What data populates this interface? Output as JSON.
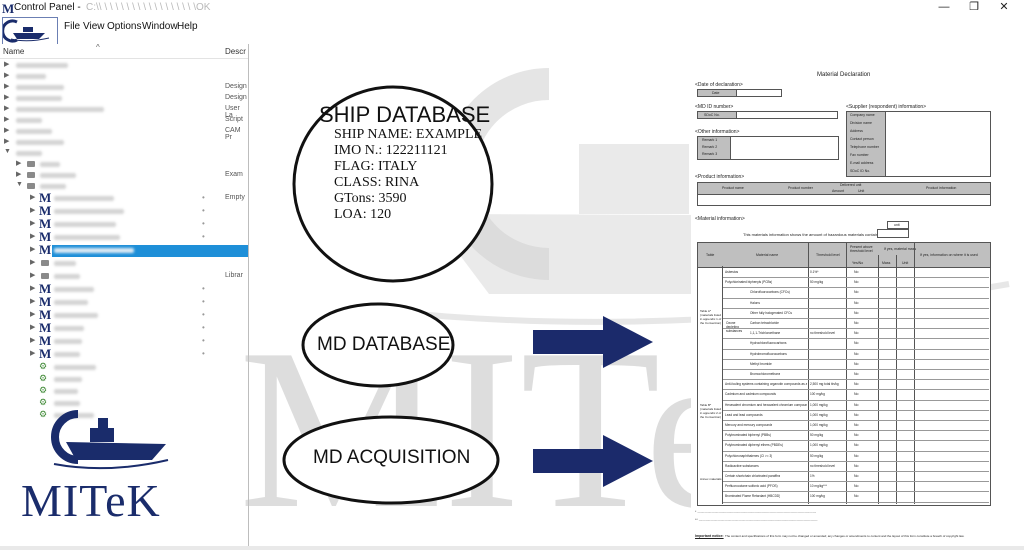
{
  "window": {
    "title": "Control Panel - ",
    "title_path": "C:\\\\ \\ \\ \\ \\ \\ \\ \\ \\ \\ \\ \\ \\ \\ \\ \\ \\ \\OK",
    "minimize_glyph": "—",
    "restore_glyph": "❐",
    "close_glyph": "✕",
    "app_icon_glyph": "M"
  },
  "menu": {
    "items": [
      "File",
      "View",
      "Options",
      "Window",
      "Help"
    ]
  },
  "tree": {
    "header_name": "Name",
    "header_desc": "Descr",
    "rows": [
      {
        "desc": ""
      },
      {
        "desc": ""
      },
      {
        "desc": "Design"
      },
      {
        "desc": "Design"
      },
      {
        "desc": "User La"
      },
      {
        "desc": "Script"
      },
      {
        "desc": "CAM Pr"
      },
      {
        "desc": ""
      },
      {
        "desc": ""
      },
      {
        "desc": ""
      },
      {
        "desc": "Exam"
      },
      {
        "desc": ""
      },
      {
        "desc": "Empty"
      },
      {
        "desc": ""
      },
      {
        "desc": ""
      },
      {
        "desc": ""
      },
      {
        "desc": ""
      },
      {
        "desc": ""
      },
      {
        "desc": "Librar"
      }
    ]
  },
  "logo": {
    "text": "MITeK"
  },
  "ship_database": {
    "title": "SHIP DATABASE",
    "lines": [
      "SHIP NAME: EXAMPLE",
      "IMO N.: 122211121",
      "FLAG: ITALY",
      "CLASS: RINA",
      "GTons: 3590",
      "LOA: 120"
    ]
  },
  "md_database": {
    "label": "MD DATABASE"
  },
  "md_acquisition": {
    "label": "MD ACQUISITION"
  },
  "document": {
    "title": "Material Declaration",
    "date_of_declaration": "<Date of declaration>",
    "date_label": "Date",
    "md_id_number": "<MD ID number>",
    "sdoc_no_label": "SDoC No.",
    "supplier_info": "<Supplier (respondent) information>",
    "supplier_fields": [
      "Company name",
      "Division name",
      "Address",
      "Contact person",
      "Telephone number",
      "Fax number",
      "E-mail address",
      "SDoC ID No."
    ],
    "other_info": "<Other information>",
    "remark_labels": [
      "Remark 1",
      "Remark 2",
      "Remark 3"
    ],
    "product_info": "<Product information>",
    "product_headers": [
      "Product name",
      "Product number",
      "Delivered unit",
      "Product information"
    ],
    "delivered_sub": [
      "Amount",
      "Unit"
    ],
    "material_info": "<Material information>",
    "material_note": "This materials information shows the amount of hazardous materials contained in",
    "unit_label": "unit",
    "table_headers": [
      "Table",
      "Material name",
      "Threshold level",
      "Present above threshold level",
      "If yes, material mass",
      "If yes, information on where it is used"
    ],
    "present_sub": [
      "Yes/No"
    ],
    "mass_sub": [
      "Mass",
      "Unit"
    ],
    "table_a_label": "Table A* (materials listed in appendix 1 of the Convention)",
    "table_b_label": "Table B* (materials listed in appendix 2 of the Convention)",
    "table_c_label": "Annex materials",
    "ozone_label": "Ozone depleting substances",
    "rows": [
      {
        "name": "Asbestos",
        "threshold": "0.1%*",
        "value": "No"
      },
      {
        "name": "Polychlorinated biphenyls (PCBs)",
        "threshold": "50 mg/kg",
        "value": "No"
      },
      {
        "name": "Chlorofluorocarbons (CFCs)",
        "threshold": "",
        "value": "No"
      },
      {
        "name": "Halons",
        "threshold": "",
        "value": "No"
      },
      {
        "name": "Other fully halogenated CFCs",
        "threshold": "",
        "value": "No"
      },
      {
        "name": "Carbon tetrachloride",
        "threshold": "",
        "value": "No"
      },
      {
        "name": "1,1,1-Trichloroethane",
        "threshold": "no threshold level",
        "value": "No"
      },
      {
        "name": "Hydrochlorofluorocarbons",
        "threshold": "",
        "value": "No"
      },
      {
        "name": "Hydrobromofluorocarbons",
        "threshold": "",
        "value": "No"
      },
      {
        "name": "Methyl bromide",
        "threshold": "",
        "value": "No"
      },
      {
        "name": "Bromochloromethane",
        "threshold": "",
        "value": "No"
      },
      {
        "name": "Anti-fouling systems containing organotin compounds as a biocide",
        "threshold": "2,500 mg total tin/kg",
        "value": "No"
      },
      {
        "name": "Cadmium and cadmium compounds",
        "threshold": "100 mg/kg",
        "value": "No"
      },
      {
        "name": "Hexavalent chromium and hexavalent chromium compounds",
        "threshold": "1,000 mg/kg",
        "value": "No"
      },
      {
        "name": "Lead and lead compounds",
        "threshold": "1,000 mg/kg",
        "value": "No"
      },
      {
        "name": "Mercury and mercury compounds",
        "threshold": "1,000 mg/kg",
        "value": "No"
      },
      {
        "name": "Polybrominated biphenyl (PBBs)",
        "threshold": "50 mg/kg",
        "value": "No"
      },
      {
        "name": "Polybrominated diphenyl ethers (PBDEs)",
        "threshold": "1,000 mg/kg",
        "value": "No"
      },
      {
        "name": "Polychloronaphthalenes (Cl >= 3)",
        "threshold": "50 mg/kg",
        "value": "No"
      },
      {
        "name": "Radioactive substances",
        "threshold": "no threshold level",
        "value": "No"
      },
      {
        "name": "Certain shortchain chlorinated paraffins",
        "threshold": "1%",
        "value": "No"
      },
      {
        "name": "Perfluorooctane sulfonic acid (PFOS)",
        "threshold": "10 mg/kg***",
        "value": "No"
      },
      {
        "name": "Brominated Flame Retardant (HBCDD)",
        "threshold": "100 mg/kg",
        "value": "No"
      }
    ],
    "footnote_label": "Important notice:",
    "footnote_text": "The content and specifications of this form may not be changed or amended; any changes or amendments to content and the layout of this form constitute a breach of copyright law."
  }
}
